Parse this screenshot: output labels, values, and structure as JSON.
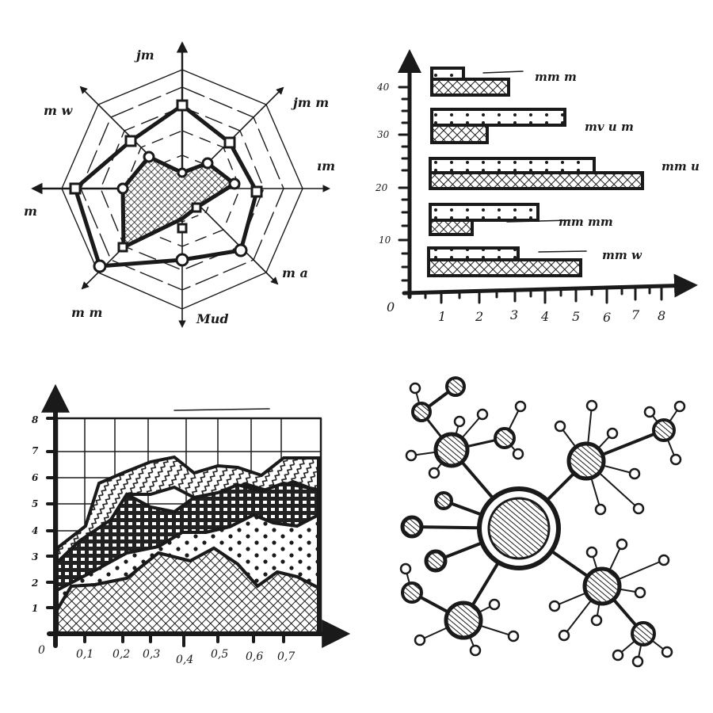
{
  "colors": {
    "ink": "#1a1a1a",
    "paper": "#ffffff",
    "fill_light": "#ffffff",
    "fill_dark": "#2a2a2a"
  },
  "chart_data": [
    {
      "id": "radar",
      "type": "radar",
      "title": "",
      "axes_count": 8,
      "axis_labels": [
        "scribble",
        "scribble",
        "scribble",
        "scribble",
        "scribble",
        "scribble",
        "scribble",
        "scribble"
      ],
      "rings": 4,
      "series": [
        {
          "name": "outer (square/circle markers)",
          "values": [
            0.58,
            0.62,
            0.78,
            0.82,
            0.68,
            0.92,
            0.92,
            0.68
          ]
        },
        {
          "name": "inner (hatched)",
          "values": [
            0.08,
            0.42,
            0.68,
            0.3,
            0.3,
            0.62,
            0.46,
            0.52
          ]
        }
      ]
    },
    {
      "id": "hbar",
      "type": "bar",
      "orientation": "horizontal",
      "title": "",
      "xlabel": "",
      "ylabel": "",
      "x_ticks": [
        "0",
        "1",
        "2",
        "3",
        "4",
        "5",
        "6",
        "7",
        "8"
      ],
      "y_ticks": [
        "0",
        "10",
        "20",
        "30",
        "40"
      ],
      "xlim": [
        0,
        8
      ],
      "ylim": [
        0,
        40
      ],
      "categories": [
        "group 1 (top)",
        "group 2",
        "group 3",
        "group 4",
        "group 5 (bottom)"
      ],
      "series": [
        {
          "name": "dotted",
          "values": [
            1.0,
            5.0,
            5.6,
            4.0,
            3.0
          ]
        },
        {
          "name": "cross-hatched",
          "values": [
            3.0,
            2.3,
            7.7,
            1.5,
            5.2
          ]
        }
      ],
      "annotations": [
        "scribble",
        "scribble",
        "scribble",
        "scribble",
        "scribble"
      ]
    },
    {
      "id": "stacked-area",
      "type": "area",
      "stacked": true,
      "title": "",
      "x": [
        0,
        0.1,
        0.2,
        0.3,
        0.4,
        0.5,
        0.6,
        0.7,
        0.8
      ],
      "x_ticks": [
        "0",
        "0,1",
        "0,2",
        "0,3",
        "0,4",
        "0,5",
        "0,6",
        "0,7"
      ],
      "y_ticks": [
        "1",
        "2",
        "3",
        "4",
        "5",
        "6",
        "7",
        "8"
      ],
      "ylim": [
        0,
        8
      ],
      "grid": true,
      "series": [
        {
          "name": "cross-hatch (bottom)",
          "cumulative": [
            1.0,
            1.8,
            2.1,
            3.0,
            2.6,
            3.2,
            2.2,
            2.4,
            1.8
          ]
        },
        {
          "name": "dots",
          "cumulative": [
            1.6,
            2.8,
            3.2,
            3.6,
            3.9,
            3.7,
            4.4,
            4.2,
            4.6
          ]
        },
        {
          "name": "grid-dark",
          "cumulative": [
            2.8,
            3.4,
            5.3,
            4.4,
            4.9,
            5.6,
            4.8,
            5.6,
            5.4
          ]
        },
        {
          "name": "zigzag (top)",
          "cumulative": [
            3.3,
            5.2,
            5.7,
            6.6,
            6.1,
            6.4,
            6.1,
            6.6,
            6.5
          ]
        }
      ]
    }
  ],
  "diagram": {
    "type": "network",
    "center_node": {
      "label": "scribble"
    },
    "hubs": 4,
    "description": "central node with 4 satellite hubs, each with small leaf nodes"
  },
  "labels": {
    "bar_x": [
      "0",
      "1",
      "2",
      "3",
      "4",
      "5",
      "6",
      "7",
      "8"
    ],
    "bar_y": [
      "10",
      "20",
      "30",
      "40"
    ],
    "area_x": [
      "0",
      "0,1",
      "0,2",
      "0,3",
      "0,4",
      "0,5",
      "0,6",
      "0,7"
    ],
    "area_y": [
      "1",
      "2",
      "3",
      "4",
      "5",
      "6",
      "7",
      "8"
    ],
    "radar_scribbles": [
      "jm",
      "jm m",
      "ım",
      "m a",
      "Mud",
      "m m",
      "m",
      "m w"
    ],
    "bar_scribbles": [
      "mm m",
      "mv u m",
      "mm u",
      "mm mm",
      "mm w"
    ]
  }
}
